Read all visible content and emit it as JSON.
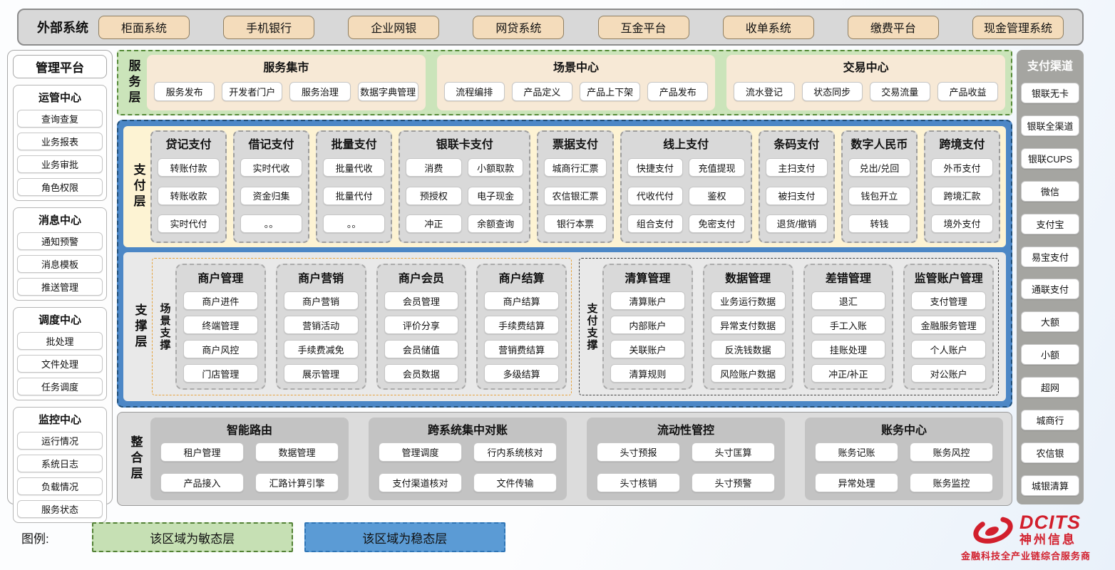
{
  "external_systems": {
    "title": "外部系统",
    "items": [
      "柜面系统",
      "手机银行",
      "企业网银",
      "网贷系统",
      "互金平台",
      "收单系统",
      "缴费平台",
      "现金管理系统"
    ]
  },
  "management_platform": {
    "title": "管理平台",
    "groups": [
      {
        "title": "运管中心",
        "items": [
          "查询查复",
          "业务报表",
          "业务审批",
          "角色权限"
        ]
      },
      {
        "title": "消息中心",
        "items": [
          "通知预警",
          "消息模板",
          "推送管理"
        ]
      },
      {
        "title": "调度中心",
        "items": [
          "批处理",
          "文件处理",
          "任务调度"
        ]
      },
      {
        "title": "监控中心",
        "items": [
          "运行情况",
          "系统日志",
          "负载情况",
          "服务状态"
        ]
      }
    ]
  },
  "service_layer": {
    "label": "服务层",
    "groups": [
      {
        "title": "服务集市",
        "items": [
          "服务发布",
          "开发者门户",
          "服务治理",
          "数据字典管理"
        ]
      },
      {
        "title": "场景中心",
        "items": [
          "流程编排",
          "产品定义",
          "产品上下架",
          "产品发布"
        ]
      },
      {
        "title": "交易中心",
        "items": [
          "流水登记",
          "状态同步",
          "交易流量",
          "产品收益"
        ]
      }
    ]
  },
  "payment_layer": {
    "label": "支付层",
    "groups": [
      {
        "title": "贷记支付",
        "cols": 1,
        "items": [
          "转账付款",
          "转账收款",
          "实时代付"
        ]
      },
      {
        "title": "借记支付",
        "cols": 1,
        "items": [
          "实时代收",
          "资金归集",
          "。。"
        ]
      },
      {
        "title": "批量支付",
        "cols": 1,
        "items": [
          "批量代收",
          "批量代付",
          "。。"
        ]
      },
      {
        "title": "银联卡支付",
        "cols": 2,
        "items": [
          "消费",
          "小额取款",
          "预授权",
          "电子现金",
          "冲正",
          "余额查询"
        ]
      },
      {
        "title": "票据支付",
        "cols": 1,
        "items": [
          "城商行汇票",
          "农信银汇票",
          "银行本票"
        ]
      },
      {
        "title": "线上支付",
        "cols": 2,
        "items": [
          "快捷支付",
          "充值提现",
          "代收代付",
          "鉴权",
          "组合支付",
          "免密支付"
        ]
      },
      {
        "title": "条码支付",
        "cols": 1,
        "items": [
          "主扫支付",
          "被扫支付",
          "退货/撤销"
        ]
      },
      {
        "title": "数字人民币",
        "cols": 1,
        "items": [
          "兑出/兑回",
          "钱包开立",
          "转钱"
        ]
      },
      {
        "title": "跨境支付",
        "cols": 1,
        "items": [
          "外币支付",
          "跨境汇款",
          "境外支付"
        ]
      }
    ]
  },
  "support_layer": {
    "label": "支撑层",
    "sections": [
      {
        "label": "场景支撑",
        "border": "orange",
        "groups": [
          {
            "title": "商户管理",
            "items": [
              "商户进件",
              "终端管理",
              "商户风控",
              "门店管理"
            ]
          },
          {
            "title": "商户营销",
            "items": [
              "商户营销",
              "营销活动",
              "手续费减免",
              "展示管理"
            ]
          },
          {
            "title": "商户会员",
            "items": [
              "会员管理",
              "评价分享",
              "会员储值",
              "会员数据"
            ]
          },
          {
            "title": "商户结算",
            "items": [
              "商户结算",
              "手续费结算",
              "营销费结算",
              "多级结算"
            ]
          }
        ]
      },
      {
        "label": "支付支撑",
        "border": "dark",
        "groups": [
          {
            "title": "清算管理",
            "items": [
              "清算账户",
              "内部账户",
              "关联账户",
              "清算规则"
            ]
          },
          {
            "title": "数据管理",
            "items": [
              "业务运行数据",
              "异常支付数据",
              "反洗钱数据",
              "风险账户数据"
            ]
          },
          {
            "title": "差错管理",
            "items": [
              "退汇",
              "手工入账",
              "挂账处理",
              "冲正/补正"
            ]
          },
          {
            "title": "监管账户管理",
            "items": [
              "支付管理",
              "金融服务管理",
              "个人账户",
              "对公账户"
            ]
          }
        ]
      }
    ]
  },
  "integration_layer": {
    "label": "整合层",
    "groups": [
      {
        "title": "智能路由",
        "items": [
          "租户管理",
          "数据管理",
          "产品接入",
          "汇路计算引擎"
        ]
      },
      {
        "title": "跨系统集中对账",
        "items": [
          "管理调度",
          "行内系统核对",
          "支付渠道核对",
          "文件传输"
        ]
      },
      {
        "title": "流动性管控",
        "items": [
          "头寸预报",
          "头寸匡算",
          "头寸核销",
          "头寸预警"
        ]
      },
      {
        "title": "账务中心",
        "items": [
          "账务记账",
          "账务风控",
          "异常处理",
          "账务监控"
        ]
      }
    ]
  },
  "payment_channels": {
    "title": "支付渠道",
    "items": [
      "银联无卡",
      "银联全渠道",
      "银联CUPS",
      "微信",
      "支付宝",
      "易宝支付",
      "通联支付",
      "大额",
      "小额",
      "超网",
      "城商行",
      "农信银",
      "城银清算"
    ]
  },
  "legend": {
    "label": "图例:",
    "items": [
      {
        "text": "该区域为敏态层",
        "color": "#c6e0b4",
        "border": "#538135"
      },
      {
        "text": "该区域为稳态层",
        "color": "#5b9bd5",
        "border": "#2e75b6"
      }
    ]
  },
  "logo": {
    "brand": "DCITS",
    "name": "神州信息",
    "tagline": "金融科技全产业链综合服务商",
    "color": "#d21f2c"
  },
  "colors": {
    "agile_layer_green": "#c6e0b4",
    "stable_layer_blue": "#4c87c6",
    "payment_layer_cream": "#fdf3d3",
    "panel_gray": "#d9d9d9",
    "external_box_tan": "#f4dcbb",
    "logo_red": "#d21f2c"
  }
}
